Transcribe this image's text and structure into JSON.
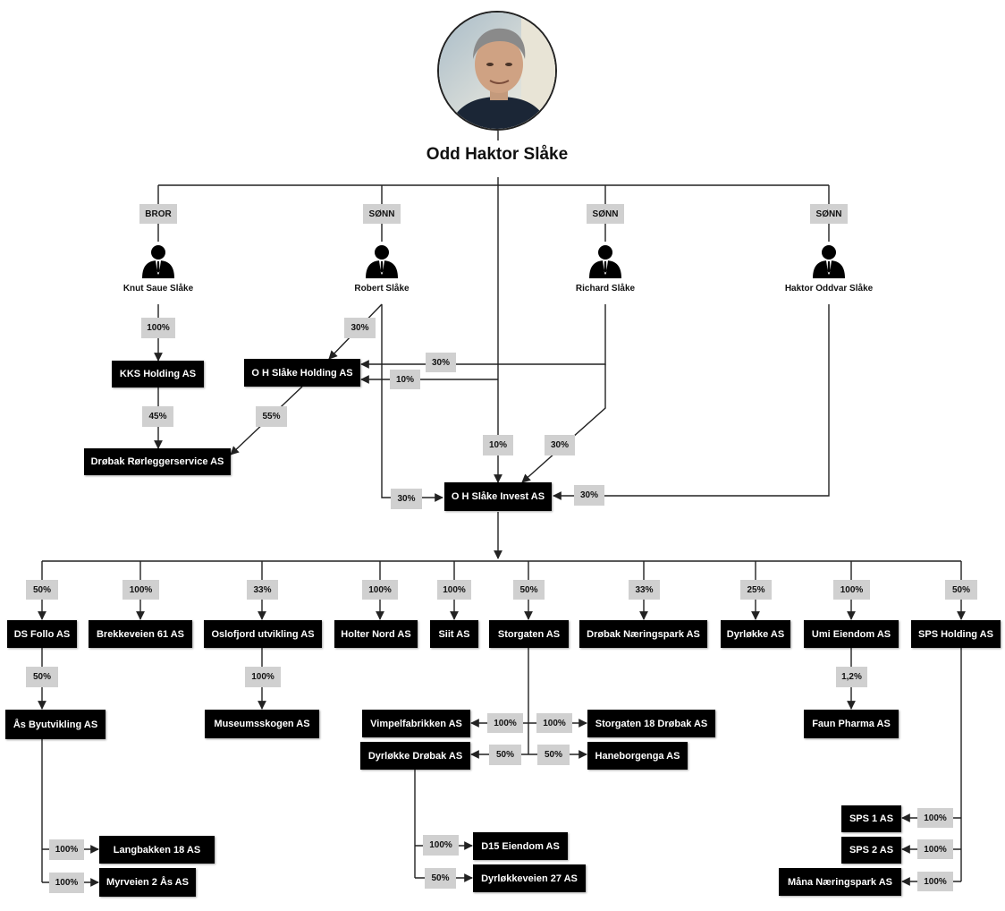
{
  "owner": {
    "name": "Odd Haktor Slåke"
  },
  "relations": {
    "bror": "BROR",
    "sonn": "SØNN"
  },
  "people": {
    "knut": "Knut Saue Slåke",
    "robert": "Robert Slåke",
    "richard": "Richard Slåke",
    "haktor": "Haktor Oddvar Slåke"
  },
  "companies": {
    "kks": "KKS Holding AS",
    "ohsh": "O H Slåke Holding AS",
    "drobakror": "Drøbak Rørleggerservice AS",
    "ohsi": "O H Slåke Invest AS",
    "dsfollo": "DS Follo AS",
    "brekke": "Brekkeveien 61 AS",
    "oslofjord": "Oslofjord utvikling AS",
    "holter": "Holter Nord AS",
    "siit": "Siit AS",
    "storgaten": "Storgaten AS",
    "drobaknp": "Drøbak Næringspark AS",
    "dyrlokke": "Dyrløkke AS",
    "umi": "Umi Eiendom AS",
    "sps": "SPS Holding AS",
    "asby": "Ås Byutvikling AS",
    "museum": "Museumsskogen AS",
    "vimpel": "Vimpelfabrikken AS",
    "storg18": "Storgaten 18 Drøbak AS",
    "dyrdrobak": "Dyrløkke Drøbak AS",
    "haneborg": "Haneborgenga AS",
    "faun": "Faun Pharma AS",
    "sps1": "SPS 1 AS",
    "sps2": "SPS 2 AS",
    "mana": "Måna Næringspark AS",
    "langbakken": "Langbakken 18 AS",
    "myrveien": "Myrveien 2 Ås AS",
    "d15": "D15 Eiendom AS",
    "dyrveien": "Dyrløkkeveien 27 AS"
  },
  "stakes": {
    "knut_kks": "100%",
    "kks_drobakror": "45%",
    "robert_ohsh": "30%",
    "ohsh_drobakror": "55%",
    "richard_ohsh": "30%",
    "owner_ohsh": "10%",
    "owner_ohsi": "10%",
    "richard_ohsi": "30%",
    "robert_ohsi": "30%",
    "haktor_ohsi": "30%",
    "dsfollo": "50%",
    "brekke": "100%",
    "oslofjord": "33%",
    "holter": "100%",
    "siit": "100%",
    "storgaten": "50%",
    "drobaknp": "33%",
    "dyrlokke": "25%",
    "umi": "100%",
    "sps": "50%",
    "asby": "50%",
    "museum": "100%",
    "faun": "1,2%",
    "vimpel": "100%",
    "storg18": "100%",
    "dyrdrobak": "50%",
    "haneborg": "50%",
    "langbakken": "100%",
    "myrveien": "100%",
    "d15": "100%",
    "dyrveien": "50%",
    "sps1": "100%",
    "sps2": "100%",
    "mana": "100%"
  },
  "colors": {
    "box": "#000000",
    "tag": "#d0d0d0",
    "line": "#222222"
  }
}
